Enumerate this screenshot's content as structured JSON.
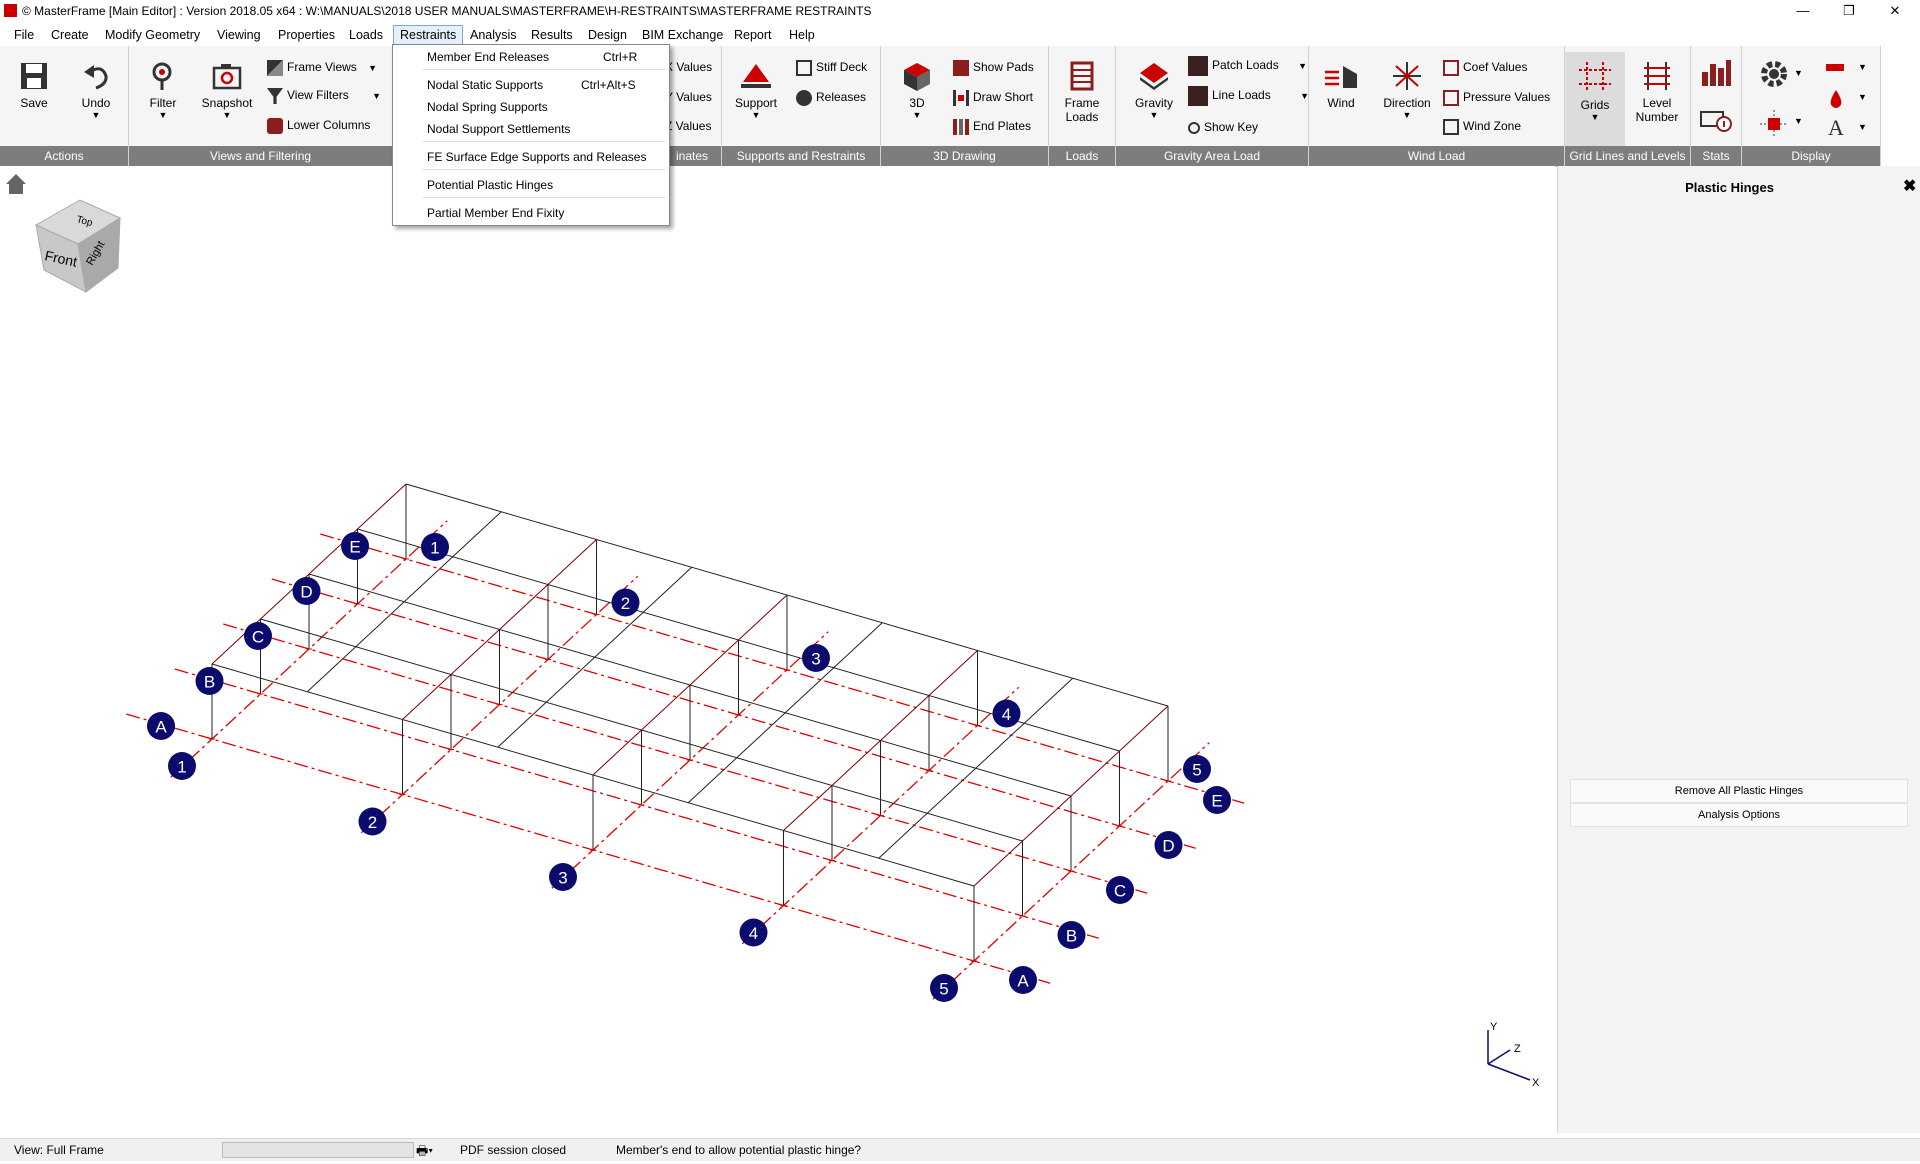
{
  "window": {
    "title": "© MasterFrame [Main Editor] : Version 2018.05 x64 : W:\\MANUALS\\2018 USER MANUALS\\MASTERFRAME\\H-RESTRAINTS\\MASTERFRAME RESTRAINTS",
    "minimize": "—",
    "restore": "❐",
    "close": "✕"
  },
  "menu": {
    "items": [
      "File",
      "Create",
      "Modify Geometry",
      "Viewing",
      "Properties",
      "Loads",
      "Restraints",
      "Analysis",
      "Results",
      "Design",
      "BIM Exchange",
      "Report",
      "Help"
    ],
    "active": "Restraints"
  },
  "ribbon": {
    "actions": {
      "label": "Actions",
      "save": "Save",
      "undo": "Undo"
    },
    "views": {
      "label": "Views and Filtering",
      "filter": "Filter",
      "snapshot": "Snapshot",
      "frame_views": "Frame Views",
      "view_filters": "View Filters",
      "lower_columns": "Lower Columns"
    },
    "coords": {
      "label": "inates",
      "x": "X Values",
      "y": "Y Values",
      "z": "Z Values"
    },
    "supports": {
      "label": "Supports and Restraints",
      "support": "Support",
      "stiff_deck": "Stiff Deck",
      "releases": "Releases"
    },
    "drawing3d": {
      "label": "3D Drawing",
      "btn3d": "3D",
      "show_pads": "Show Pads",
      "draw_short": "Draw Short",
      "end_plates": "End Plates"
    },
    "loads": {
      "label": "Loads",
      "frame_loads_1": "Frame",
      "frame_loads_2": "Loads"
    },
    "gravity": {
      "label": "Gravity Area Load",
      "gravity": "Gravity",
      "patch_loads": "Patch Loads",
      "line_loads": "Line Loads",
      "show_key": "Show Key"
    },
    "wind": {
      "label": "Wind Load",
      "wind": "Wind",
      "direction": "Direction",
      "coef_values": "Coef Values",
      "pressure_values": "Pressure Values",
      "wind_zone": "Wind Zone"
    },
    "grids": {
      "label": "Grid Lines and Levels",
      "grids": "Grids",
      "level_1": "Level",
      "level_2": "Number"
    },
    "stats": {
      "label": "Stats"
    },
    "display": {
      "label": "Display"
    }
  },
  "dropdown": {
    "items": [
      {
        "label": "Member End Releases",
        "shortcut": "Ctrl+R"
      },
      {
        "label": "Nodal Static Supports",
        "shortcut": "Ctrl+Alt+S"
      },
      {
        "label": "Nodal Spring Supports",
        "shortcut": ""
      },
      {
        "label": "Nodal Support Settlements",
        "shortcut": ""
      },
      {
        "label": "FE Surface Edge Supports and Releases",
        "shortcut": ""
      },
      {
        "label": "Potential Plastic Hinges",
        "shortcut": ""
      },
      {
        "label": "Partial Member End Fixity",
        "shortcut": ""
      }
    ]
  },
  "viewcube": {
    "top": "Top",
    "front": "Front",
    "right": "Right"
  },
  "model": {
    "grid_numbers": [
      "1",
      "2",
      "3",
      "4",
      "5"
    ],
    "grid_letters": [
      "A",
      "B",
      "C",
      "D",
      "E"
    ],
    "axes": {
      "x": "X",
      "y": "Y",
      "z": "Z"
    }
  },
  "panel": {
    "title": "Plastic Hinges",
    "close": "✖",
    "remove_all": "Remove All Plastic Hinges",
    "analysis_options": "Analysis Options"
  },
  "status": {
    "view": "View: Full Frame",
    "pdf": "PDF session closed",
    "hint": "Member's end to allow potential plastic hinge?"
  },
  "colors": {
    "accent": "#c00000",
    "bubble": "#0b0b6e",
    "ribbon_group": "#7d7d7d"
  }
}
